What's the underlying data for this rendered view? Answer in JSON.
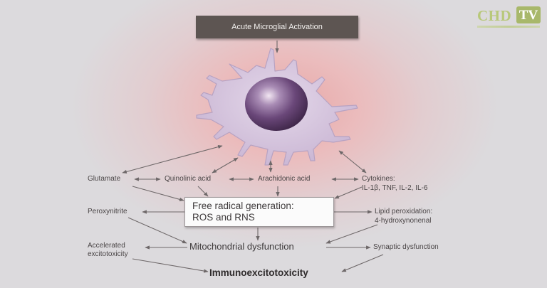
{
  "title": "Acute Microglial Activation",
  "nodes": {
    "glutamate": "Glutamate",
    "quinolinic": "Quinolinic acid",
    "arachidonic": "Arachidonic acid",
    "cytokines_line1": "Cytokines:",
    "cytokines_line2": "IL-1β, TNF, IL-2, IL-6",
    "peroxynitrite": "Peroxynitrite",
    "free_radical_line1": "Free radical generation:",
    "free_radical_line2": "ROS and RNS",
    "lipid_line1": "Lipid peroxidation:",
    "lipid_line2": "4-hydroxynonenal",
    "accelerated_line1": "Accelerated",
    "accelerated_line2": "excitotoxicity",
    "mitochondrial": "Mitochondrial dysfunction",
    "synaptic": "Synaptic dysfunction",
    "immuno": "Immunoexcitotoxicity"
  },
  "logo": {
    "part1": "CHD",
    "part2": "TV"
  },
  "colors": {
    "title_box": "#5d5552",
    "arrow": "#6e6869",
    "cell_body": "#d7c6de",
    "nucleus": "#5b3a6b",
    "glow": "#e7a7a6",
    "logo": "#a8b86a"
  }
}
